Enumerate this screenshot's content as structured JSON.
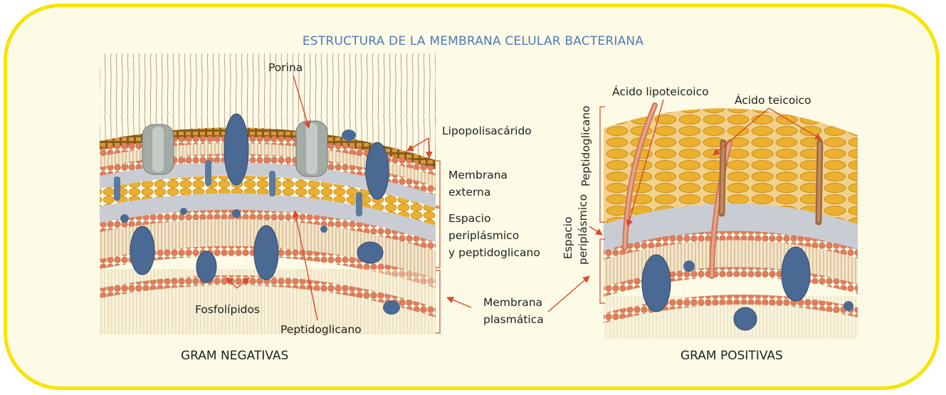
{
  "title": "ESTRUCTURA DE LA MEMBRANA CELULAR BACTERIANA",
  "colors": {
    "frame": "#f7e400",
    "title": "#4f79b6",
    "arrow": "#d94a2a",
    "protein": "#4a6a94",
    "porin": "#a3aba4",
    "lipid_head": "#e07d5a",
    "peptidoglycan": "#e9a62a",
    "periplasm": "#c9ccd3"
  },
  "gram_negative": {
    "caption": "GRAM NEGATIVAS",
    "labels": {
      "porina": "Porina",
      "lipopolisacarido": "Lipopolisacárido",
      "membrana_externa_1": "Membrana",
      "membrana_externa_2": "externa",
      "espacio_1": "Espacio",
      "espacio_2": "periplásmico",
      "espacio_3": "y peptidoglicano",
      "fosfolipidos": "Fosfolípidos",
      "peptidoglicano": "Peptidoglicano"
    }
  },
  "shared": {
    "membrana_plasmatica_1": "Membrana",
    "membrana_plasmatica_2": "plasmática"
  },
  "gram_positive": {
    "caption": "GRAM POSITIVAS",
    "labels": {
      "acido_lipoteicoico": "Ácido lipoteicoico",
      "acido_teicoico": "Ácido teicoico",
      "peptidoglicano_vertical": "Peptidoglicano",
      "espacio_vertical_1": "Espacio",
      "espacio_vertical_2": "periplásmico"
    }
  }
}
